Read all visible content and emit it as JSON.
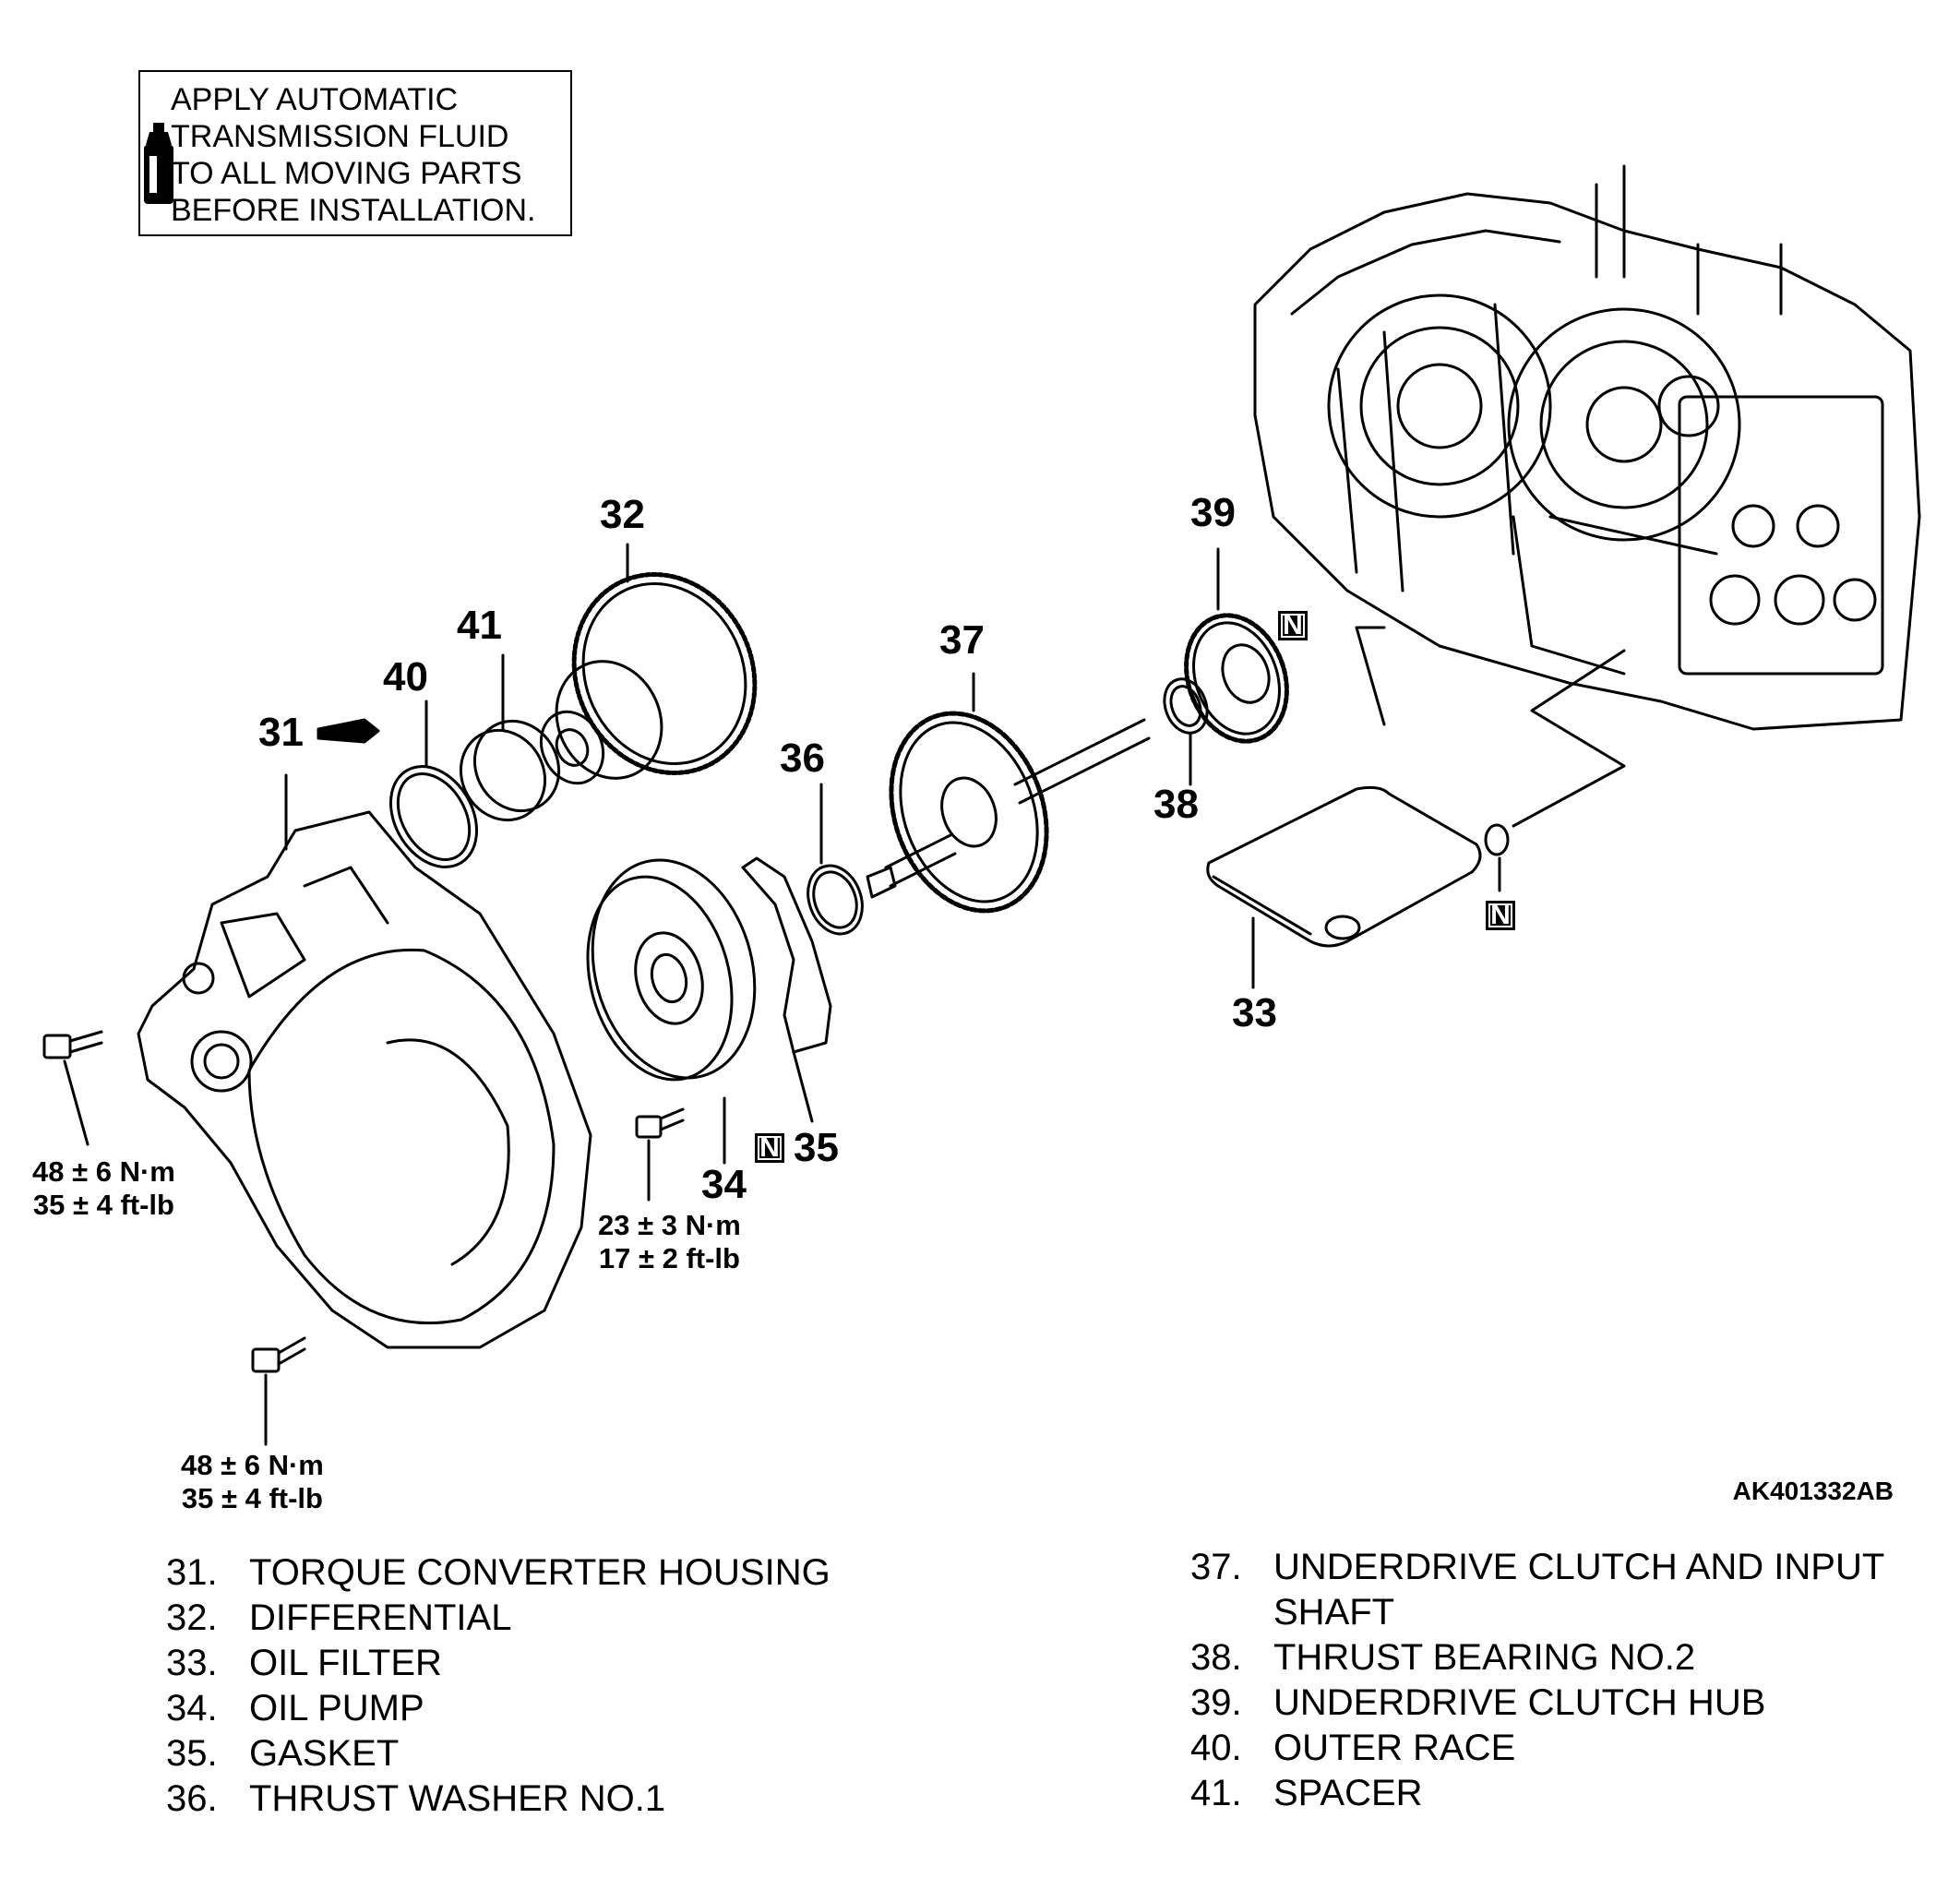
{
  "note": {
    "lines": [
      "APPLY AUTOMATIC",
      "TRANSMISSION FLUID",
      "TO ALL MOVING PARTS",
      "BEFORE INSTALLATION."
    ],
    "icon": "oil-bottle-icon"
  },
  "part_numbers": {
    "p31": "31",
    "p32": "32",
    "p33": "33",
    "p34": "34",
    "p35": "35",
    "p36": "36",
    "p37": "37",
    "p38": "38",
    "p39": "39",
    "p40": "40",
    "p41": "41"
  },
  "torque_specs": {
    "bolt_left": {
      "nm": "48 ± 6 N·m",
      "ftlb": "35 ± 4 ft-lb"
    },
    "bolt_bottom": {
      "nm": "48 ± 6 N·m",
      "ftlb": "35 ± 4 ft-lb"
    },
    "bolt_pump": {
      "nm": "23 ± 3 N·m",
      "ftlb": "17 ± 2 ft-lb"
    }
  },
  "badge_label": "N",
  "drawing_code": "AK401332AB",
  "legend": {
    "left": [
      {
        "num": "31.",
        "name": "TORQUE CONVERTER HOUSING"
      },
      {
        "num": "32.",
        "name": "DIFFERENTIAL"
      },
      {
        "num": "33.",
        "name": "OIL FILTER"
      },
      {
        "num": "34.",
        "name": "OIL PUMP"
      },
      {
        "num": "35.",
        "name": "GASKET"
      },
      {
        "num": "36.",
        "name": "THRUST WASHER NO.1"
      }
    ],
    "right": [
      {
        "num": "37.",
        "name": "UNDERDRIVE CLUTCH AND INPUT SHAFT"
      },
      {
        "num": "38.",
        "name": "THRUST BEARING NO.2"
      },
      {
        "num": "39.",
        "name": "UNDERDRIVE CLUTCH HUB"
      },
      {
        "num": "40.",
        "name": "OUTER RACE"
      },
      {
        "num": "41.",
        "name": "SPACER"
      }
    ]
  }
}
